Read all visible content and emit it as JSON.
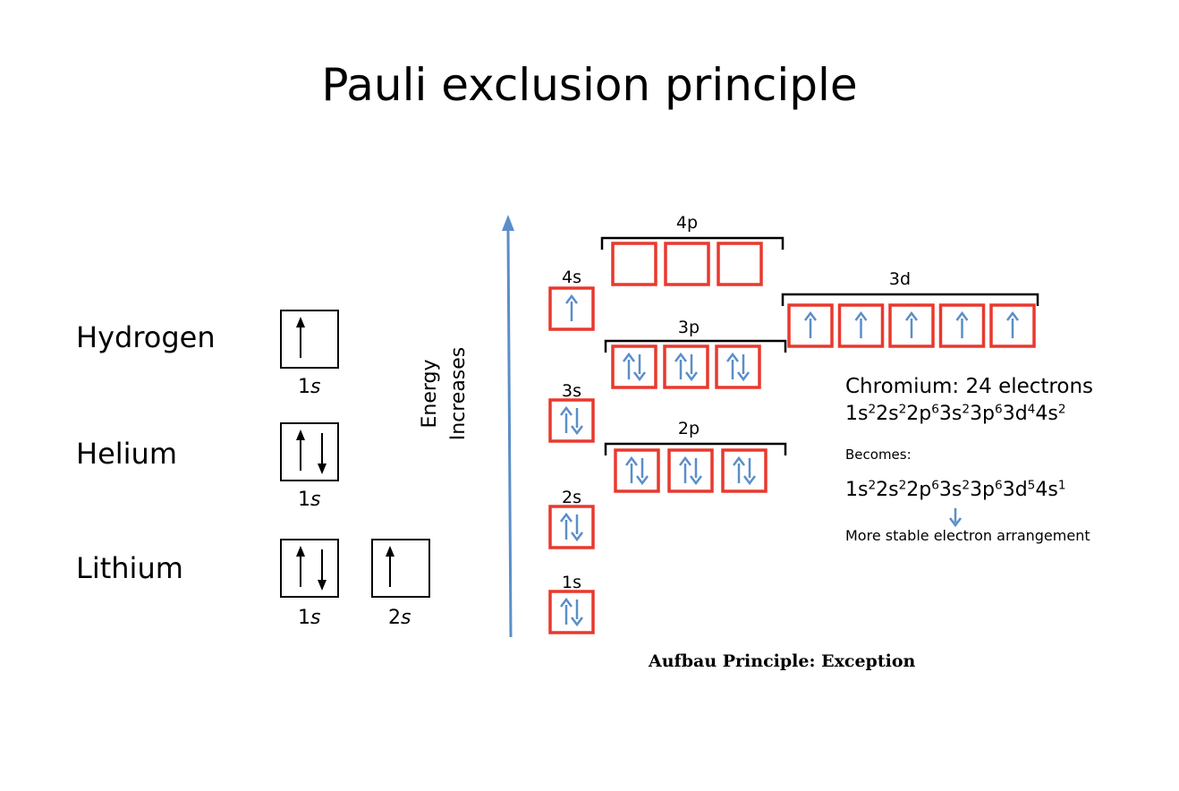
{
  "title": "Pauli exclusion principle",
  "elements": [
    {
      "name": "Hydrogen",
      "orbitals": [
        {
          "label_num": "1",
          "label_sub": "s",
          "electrons": 1
        }
      ]
    },
    {
      "name": "Helium",
      "orbitals": [
        {
          "label_num": "1",
          "label_sub": "s",
          "electrons": 2
        }
      ]
    },
    {
      "name": "Lithium",
      "orbitals": [
        {
          "label_num": "1",
          "label_sub": "s",
          "electrons": 2
        },
        {
          "label_num": "2",
          "label_sub": "s",
          "electrons": 1
        }
      ]
    }
  ],
  "energy_axis": {
    "line1": "Energy",
    "line2": "Increases"
  },
  "aufbau": {
    "subshells": [
      {
        "label": "1s",
        "boxes": [
          2
        ]
      },
      {
        "label": "2s",
        "boxes": [
          2
        ]
      },
      {
        "label": "2p",
        "boxes": [
          2,
          2,
          2
        ]
      },
      {
        "label": "3s",
        "boxes": [
          2
        ]
      },
      {
        "label": "3p",
        "boxes": [
          2,
          2,
          2
        ]
      },
      {
        "label": "4s",
        "boxes": [
          1
        ]
      },
      {
        "label": "3d",
        "boxes": [
          1,
          1,
          1,
          1,
          1
        ]
      },
      {
        "label": "4p",
        "boxes": [
          0,
          0,
          0
        ]
      }
    ],
    "caption": "Aufbau Principle: Exception"
  },
  "chromium": {
    "heading": "Chromium: 24 electrons",
    "config_original": [
      {
        "base": "1s",
        "sup": "2"
      },
      {
        "base": "2s",
        "sup": "2"
      },
      {
        "base": "2p",
        "sup": "6"
      },
      {
        "base": "3s",
        "sup": "2"
      },
      {
        "base": "3p",
        "sup": "6"
      },
      {
        "base": "3d",
        "sup": "4"
      },
      {
        "base": "4s",
        "sup": "2"
      }
    ],
    "becomes": "Becomes:",
    "config_new": [
      {
        "base": "1s",
        "sup": "2"
      },
      {
        "base": "2s",
        "sup": "2"
      },
      {
        "base": "2p",
        "sup": "6"
      },
      {
        "base": "3s",
        "sup": "2"
      },
      {
        "base": "3p",
        "sup": "6"
      },
      {
        "base": "3d",
        "sup": "5"
      },
      {
        "base": "4s",
        "sup": "1"
      }
    ],
    "note": "More stable electron arrangement"
  },
  "colors": {
    "box_border": "#e8392e",
    "arrow": "#5b8ec8",
    "black": "#000000"
  }
}
